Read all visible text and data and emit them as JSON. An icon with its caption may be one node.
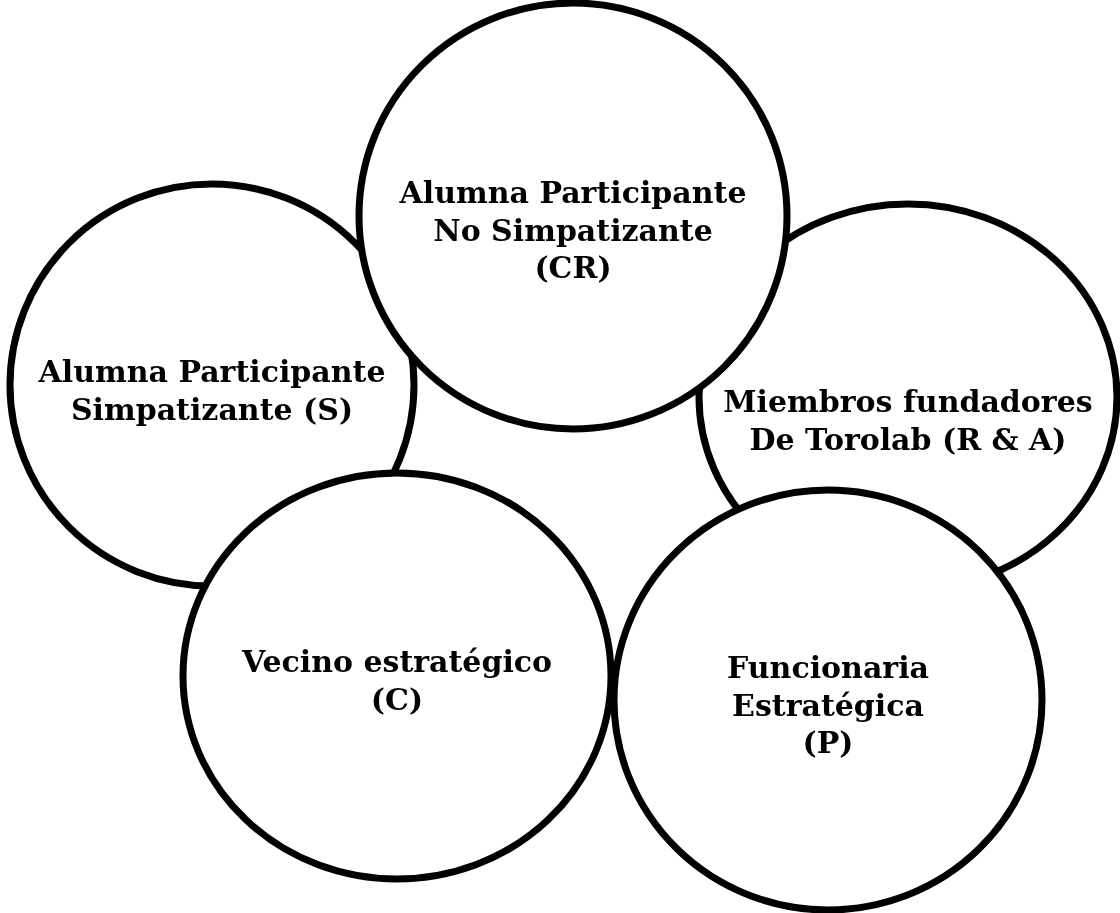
{
  "diagram": {
    "nodes": [
      {
        "text": [
          "Alumna Participante No Simpatizante (CR)"
        ]
      },
      {
        "text": [
          "Alumna Participante Simpatizante (S)"
        ]
      },
      {
        "text": [
          "Miembros fundadores De Torolab (R & A)"
        ]
      },
      {
        "text": [
          "Vecino estratégico (C)"
        ]
      },
      {
        "text": [
          "Funcionaria Estratégica (P)"
        ]
      }
    ],
    "edges": []
  }
}
